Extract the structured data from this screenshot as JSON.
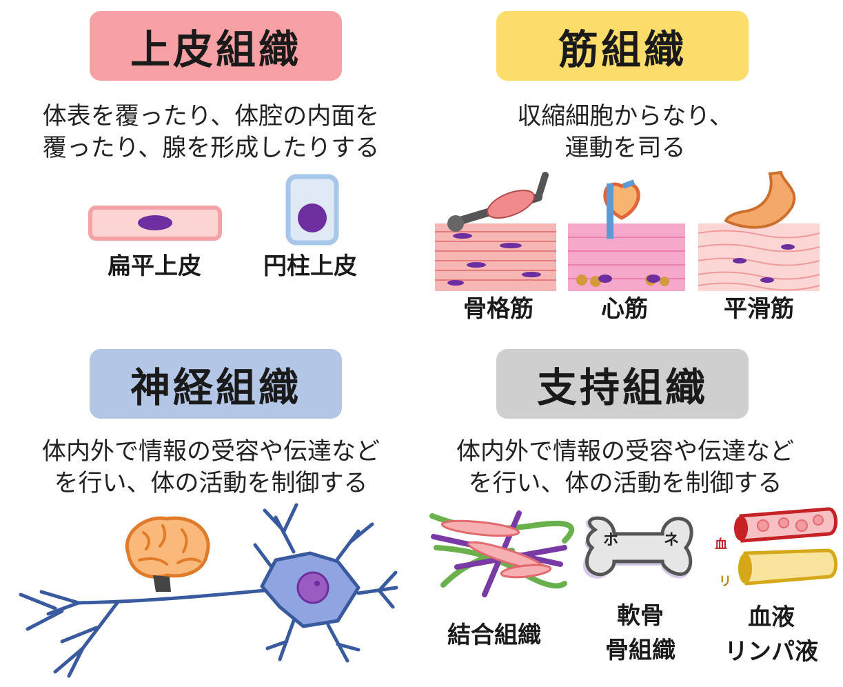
{
  "epithelial": {
    "title": "上皮組織",
    "desc_line1": "体表を覆ったり、体腔の内面を",
    "desc_line2": "覆ったり、腺を形成したりする",
    "items": [
      "扁平上皮",
      "円柱上皮"
    ],
    "color": "#f7a0a3"
  },
  "muscle": {
    "title": "筋組織",
    "desc_line1": "収縮細胞からなり、",
    "desc_line2": "運動を司る",
    "items": [
      "骨格筋",
      "心筋",
      "平滑筋"
    ],
    "color": "#fcdc6a"
  },
  "nervous": {
    "title": "神経組織",
    "desc_line1": "体内外で情報の受容や伝達など",
    "desc_line2": "を行い、体の活動を制御する",
    "color": "#b3c6e6"
  },
  "supporting": {
    "title": "支持組織",
    "desc_line1": "体内外で情報の受容や伝達など",
    "desc_line2": "を行い、体の活動を制御する",
    "items": [
      "結合組織",
      "軟骨",
      "骨組織",
      "血液",
      "リンパ液"
    ],
    "bone_marks": [
      "ホ",
      "ネ"
    ],
    "blood_mark": "血",
    "lymph_mark": "リ",
    "color": "#cfcfcf"
  }
}
